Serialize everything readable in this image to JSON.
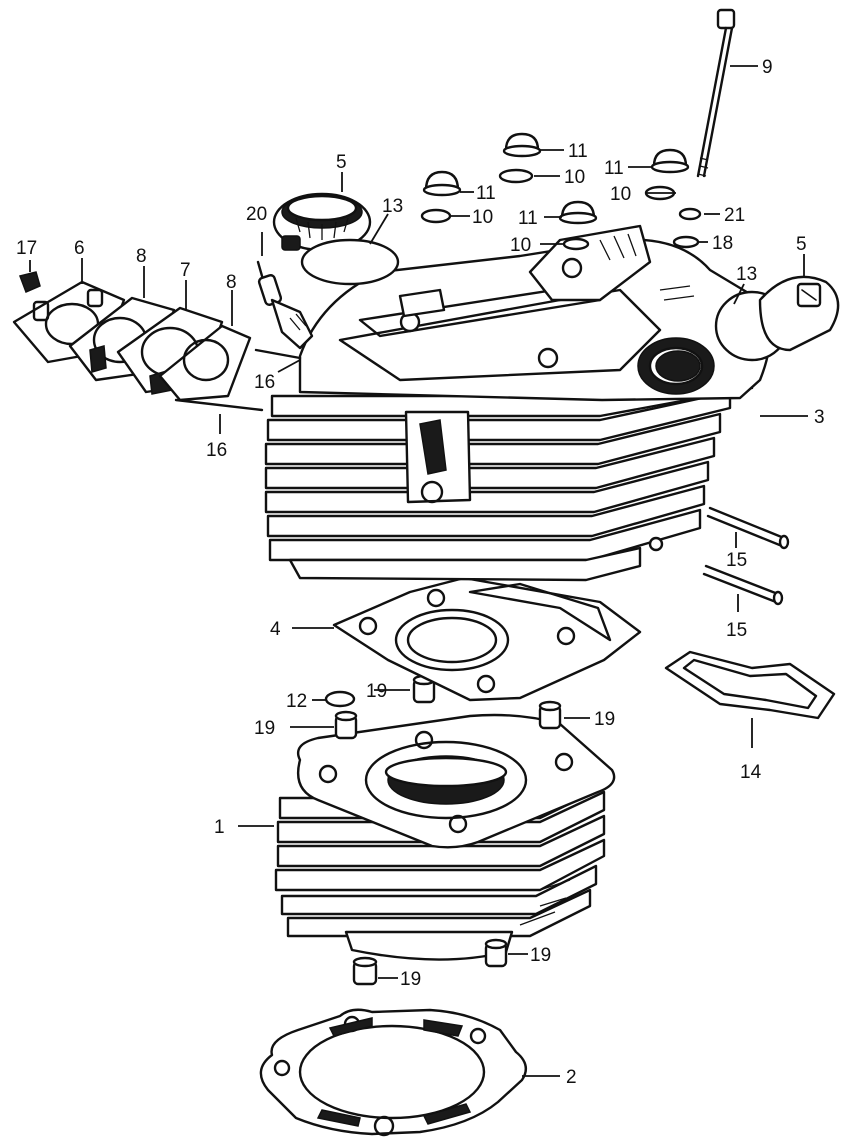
{
  "callouts": [
    {
      "id": "c1",
      "text": "1"
    },
    {
      "id": "c2",
      "text": "2"
    },
    {
      "id": "c3",
      "text": "3"
    },
    {
      "id": "c4",
      "text": "4"
    },
    {
      "id": "c5a",
      "text": "5"
    },
    {
      "id": "c5b",
      "text": "5"
    },
    {
      "id": "c6",
      "text": "6"
    },
    {
      "id": "c7",
      "text": "7"
    },
    {
      "id": "c8a",
      "text": "8"
    },
    {
      "id": "c8b",
      "text": "8"
    },
    {
      "id": "c9",
      "text": "9"
    },
    {
      "id": "c10a",
      "text": "10"
    },
    {
      "id": "c10b",
      "text": "10"
    },
    {
      "id": "c10c",
      "text": "10"
    },
    {
      "id": "c10d",
      "text": "10"
    },
    {
      "id": "c11a",
      "text": "11"
    },
    {
      "id": "c11b",
      "text": "11"
    },
    {
      "id": "c11c",
      "text": "11"
    },
    {
      "id": "c11d",
      "text": "11"
    },
    {
      "id": "c12",
      "text": "12"
    },
    {
      "id": "c13a",
      "text": "13"
    },
    {
      "id": "c13b",
      "text": "13"
    },
    {
      "id": "c14",
      "text": "14"
    },
    {
      "id": "c15a",
      "text": "15"
    },
    {
      "id": "c15b",
      "text": "15"
    },
    {
      "id": "c16a",
      "text": "16"
    },
    {
      "id": "c16b",
      "text": "16"
    },
    {
      "id": "c17",
      "text": "17"
    },
    {
      "id": "c18",
      "text": "18"
    },
    {
      "id": "c19a",
      "text": "19"
    },
    {
      "id": "c19b",
      "text": "19"
    },
    {
      "id": "c19c",
      "text": "19"
    },
    {
      "id": "c19d",
      "text": "19"
    },
    {
      "id": "c19e",
      "text": "19"
    },
    {
      "id": "c20",
      "text": "20"
    },
    {
      "id": "c21",
      "text": "21"
    }
  ]
}
